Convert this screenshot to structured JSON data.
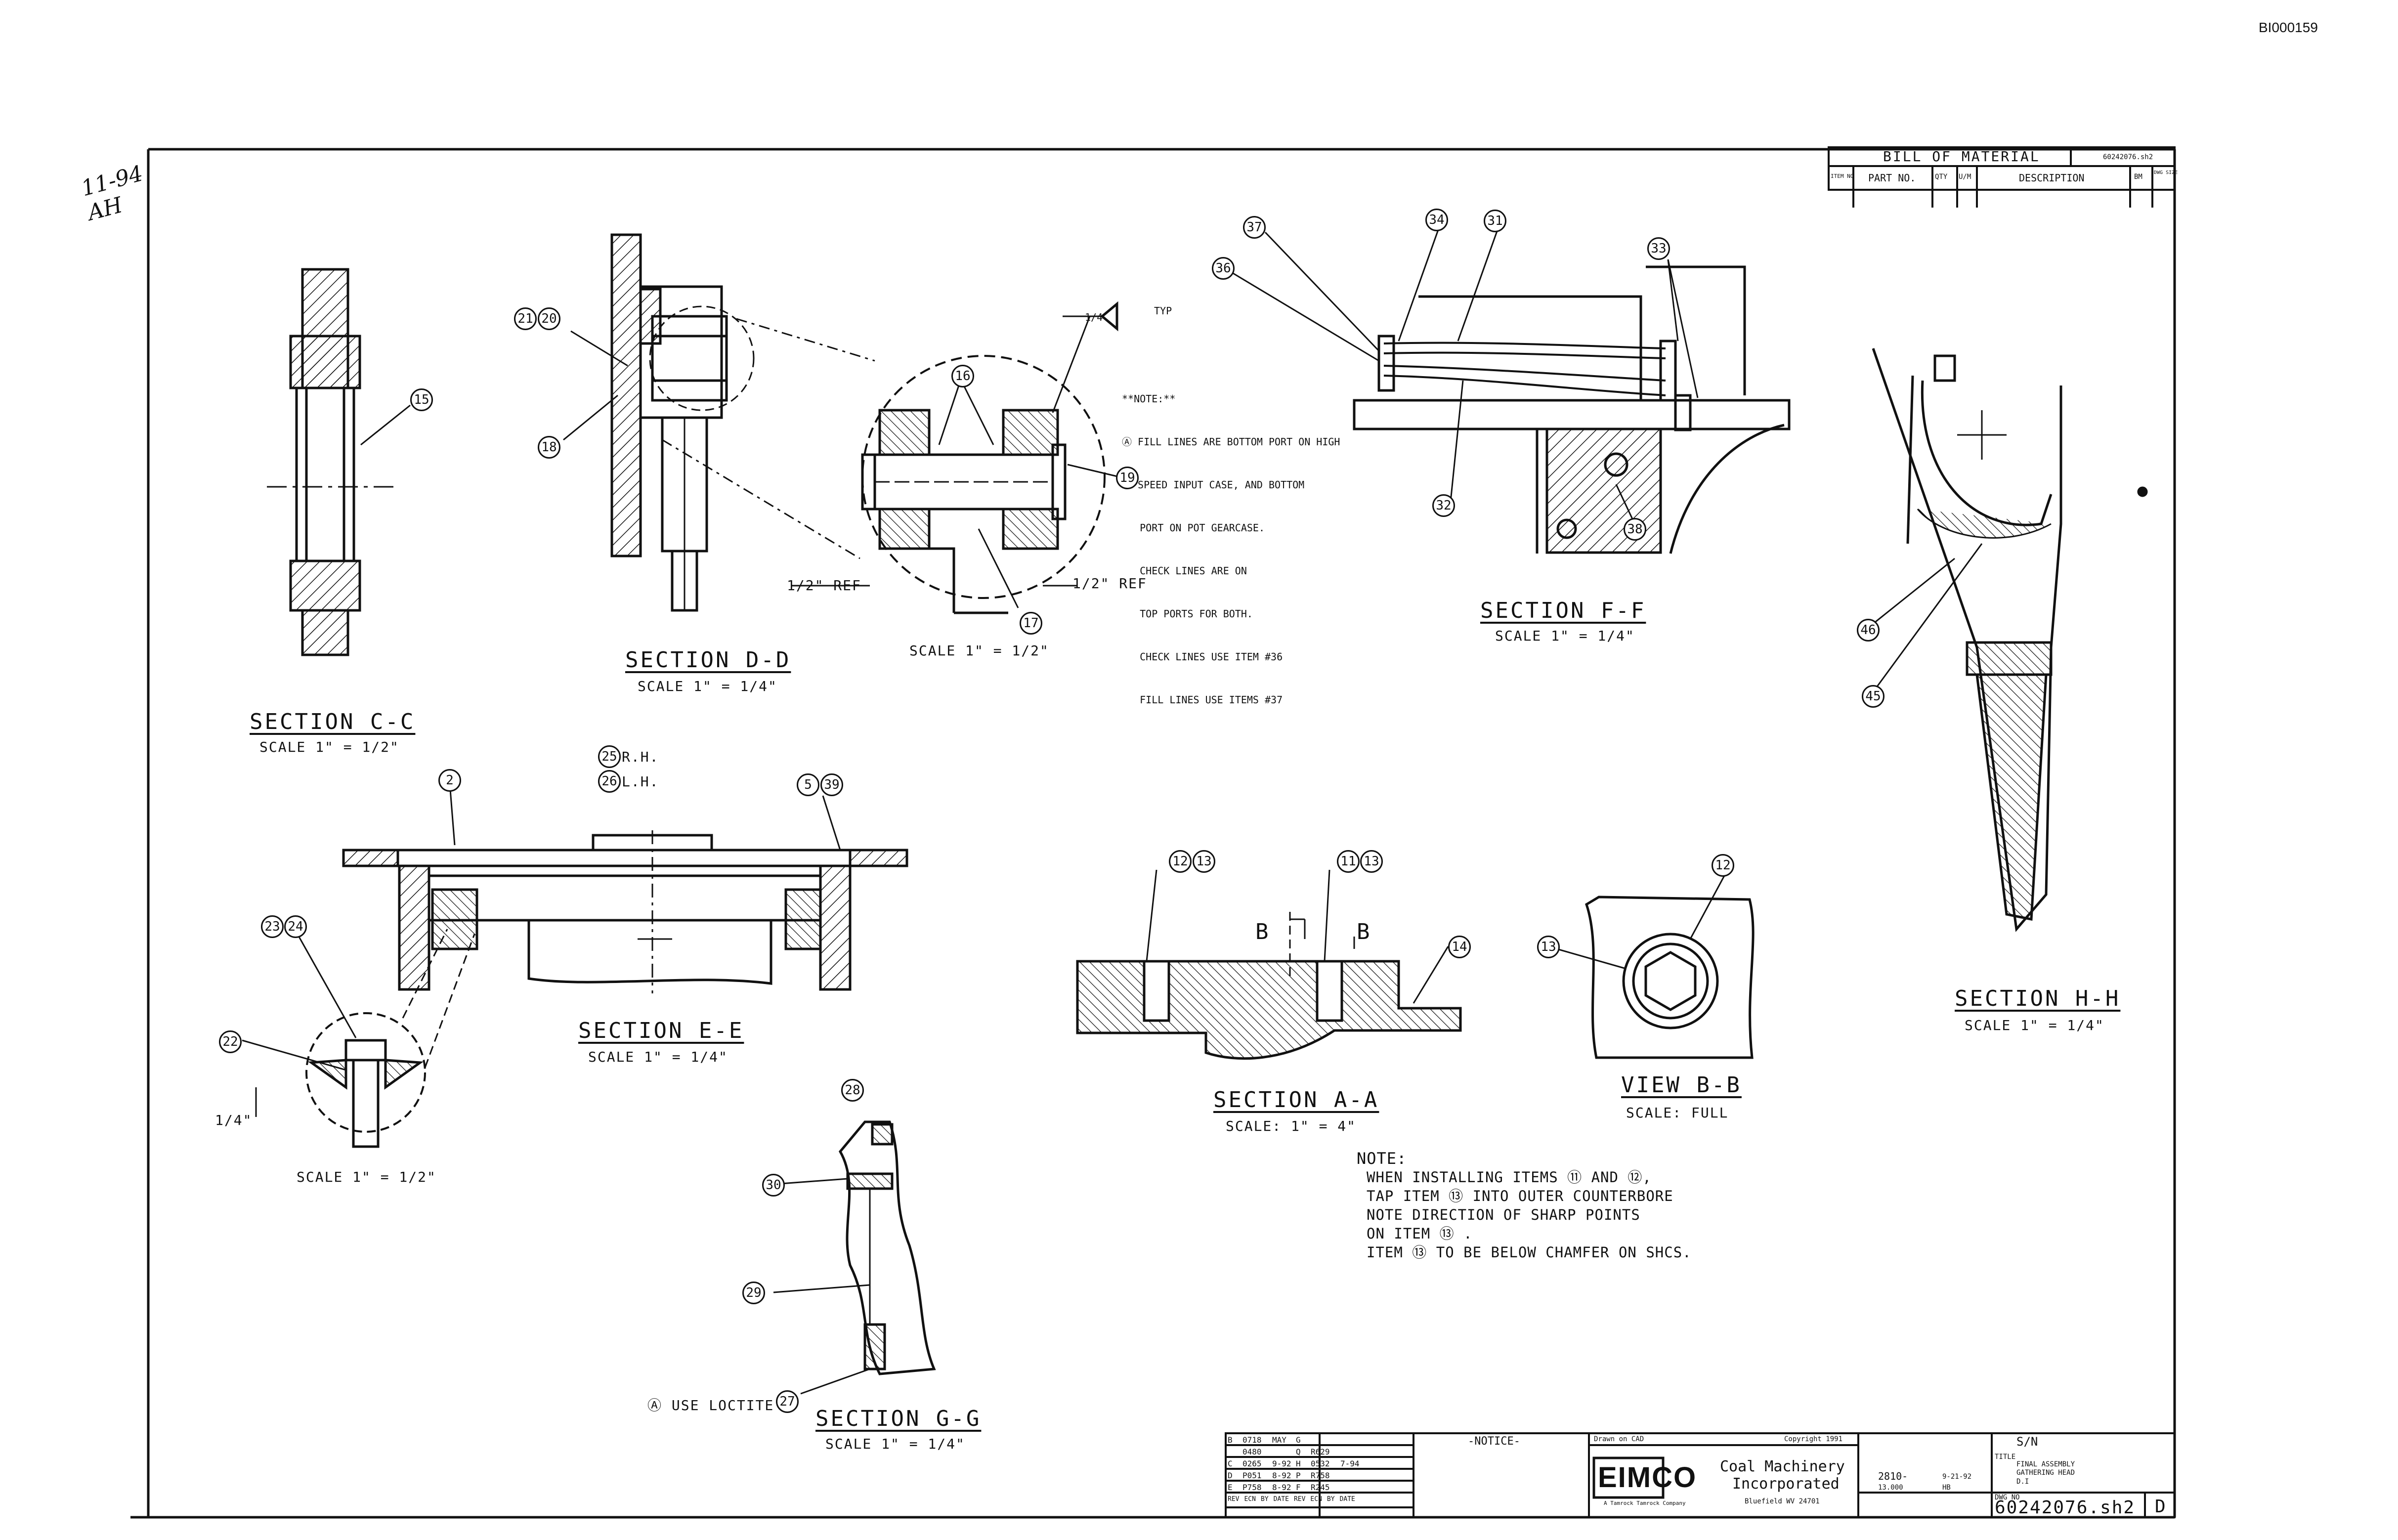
{
  "drawing": {
    "doc_id": "BI000159",
    "handwritten_mark": "11-94\nAH",
    "sections": {
      "cc": {
        "title": "SECTION C-C",
        "scale": "SCALE 1\" = 1/2\""
      },
      "dd": {
        "title": "SECTION D-D",
        "scale": "SCALE 1\" = 1/4\""
      },
      "detail_dd": {
        "scale": "SCALE 1\" = 1/2\"",
        "ref_left": "1/2\" REF",
        "ref_right": "1/2\" REF",
        "weld": "1/4",
        "weld_typ": "TYP"
      },
      "ff": {
        "title": "SECTION F-F",
        "scale": "SCALE 1\" = 1/4\""
      },
      "hh": {
        "title": "SECTION H-H",
        "scale": "SCALE 1\" = 1/4\""
      },
      "ee": {
        "title": "SECTION E-E",
        "scale": "SCALE 1\" = 1/4\""
      },
      "detail_ee": {
        "scale": "SCALE 1\" = 1/2\"",
        "dim": "1/4\""
      },
      "aa": {
        "title": "SECTION A-A",
        "scale": "SCALE: 1\" = 4\"",
        "view_mark_left": "B",
        "view_mark_right": "B"
      },
      "bb": {
        "title": "VIEW B-B",
        "scale": "SCALE: FULL"
      },
      "gg": {
        "title": "SECTION G-G",
        "scale": "SCALE 1\" = 1/4\"",
        "loctite": "Ⓐ USE LOCTITE"
      }
    },
    "note_ff": [
      "**NOTE:**",
      "Ⓐ FILL LINES ARE BOTTOM PORT ON HIGH",
      "Ⓑ SPEED INPUT CASE, AND BOTTOM",
      "   PORT ON POT GEARCASE.",
      "   CHECK LINES ARE ON",
      "   TOP PORTS FOR BOTH.",
      "   CHECK LINES USE ITEM #36",
      "   FILL LINES USE ITEMS #37"
    ],
    "note_main": {
      "title": "NOTE:",
      "lines": [
        "WHEN INSTALLING ITEMS ⑪ AND ⑫,",
        "TAP ITEM ⑬ INTO OUTER COUNTERBORE",
        "NOTE DIRECTION OF SHARP POINTS",
        "ON ITEM ⑬ .",
        "ITEM ⑬ TO BE BELOW CHAMFER ON SHCS."
      ]
    },
    "callouts": {
      "c15": "15",
      "c21": "21",
      "c20": "20",
      "c18": "18",
      "c16": "16",
      "c19": "19",
      "c17": "17",
      "c37": "37",
      "c36": "36",
      "c34": "34",
      "c31": "31",
      "c33": "33",
      "c32": "32",
      "c38": "38",
      "c46": "46",
      "c45": "45",
      "c2": "2",
      "c25": "25",
      "c25_suffix": "R.H.",
      "c26": "26",
      "c26_suffix": "L.H.",
      "c5": "5",
      "c39": "39",
      "c23": "23",
      "c24": "24",
      "c22": "22",
      "c12a": "12",
      "c13a": "13",
      "c11": "11",
      "c13b": "13",
      "c14": "14",
      "c12": "12",
      "c13": "13",
      "c28": "28",
      "c30": "30",
      "c29": "29",
      "c27": "27"
    },
    "bom": {
      "title": "BILL OF MATERIAL",
      "dwg_no": "60242076.sh2",
      "headers": [
        "ITEM NO",
        "PART NO.",
        "QTY",
        "U/M",
        "DESCRIPTION",
        "BM",
        "DWG SIZE"
      ]
    },
    "revisions": {
      "rows": [
        [
          "B",
          "0718",
          "MAY",
          "",
          "G",
          "",
          "",
          ""
        ],
        [
          "",
          "0480",
          "",
          "",
          "Q",
          "R629",
          "",
          ""
        ],
        [
          "C",
          "0265",
          "",
          "9-92",
          "H",
          "0532",
          "",
          "7-94"
        ],
        [
          "D",
          "P051",
          "",
          "8-92",
          "P",
          "R758",
          "",
          ""
        ],
        [
          "E",
          "P758",
          "",
          "8-92",
          "F",
          "R245",
          "",
          ""
        ]
      ],
      "footer": [
        "REV",
        "ECN",
        "BY",
        "DATE",
        "REV",
        "ECN",
        "BY",
        "DATE"
      ]
    },
    "notice_title": "-NOTICE-",
    "drawn": "Drawn on CAD",
    "copyright": "Copyright 1991",
    "company": {
      "logo": "EIMCO",
      "name1": "Coal Machinery",
      "name2": "Incorporated",
      "city": "Bluefield WV 24701",
      "sub": "A Tamrock Tamrock Company"
    },
    "title_block": {
      "sn_label": "S/N",
      "title_label": "TITLE",
      "title1": "FINAL ASSEMBLY",
      "title2": "GATHERING HEAD",
      "title3": "D.I",
      "dwg_label": "DWG NO",
      "dwg_no": "60242076.sh2",
      "size": "D",
      "ref1": "2810-",
      "ref2": "9-21-92",
      "ref3": "13.000",
      "ref4": "HB"
    }
  }
}
